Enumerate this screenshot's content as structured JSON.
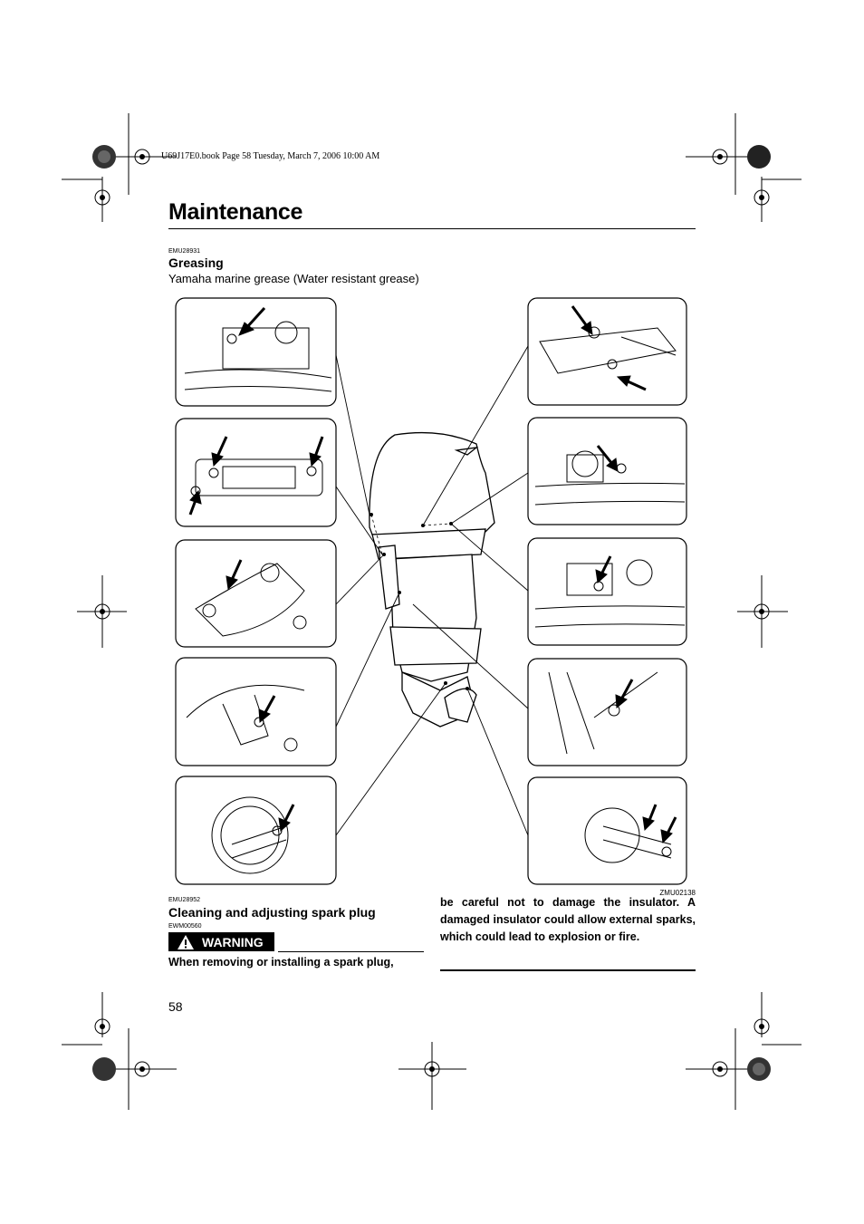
{
  "header": {
    "book_line": "U69J17E0.book  Page 58  Tuesday, March 7, 2006  10:00 AM",
    "page_title": "Maintenance"
  },
  "greasing": {
    "code": "EMU28931",
    "heading": "Greasing",
    "text": "Yamaha marine grease (Water resistant grease)"
  },
  "figure": {
    "code": "ZMU02138"
  },
  "spark_plug": {
    "code": "EMU28952",
    "heading": "Cleaning and adjusting spark plug",
    "warning_code": "EWM00560",
    "warning_label": "WARNING",
    "warning_line1": "When removing or installing a spark plug,",
    "warning_cont": "be careful not to damage the insulator. A damaged insulator could allow external sparks, which could lead to explosion or fire."
  },
  "footer": {
    "page_number": "58"
  },
  "colors": {
    "ink": "#000000",
    "paper": "#ffffff"
  }
}
